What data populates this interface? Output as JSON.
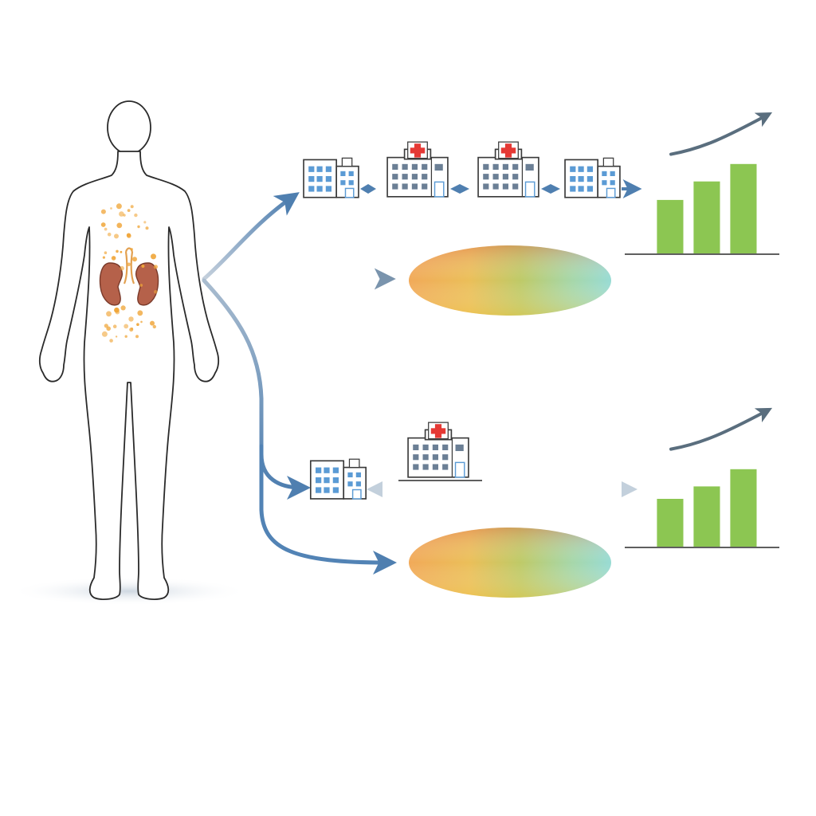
{
  "diagram": {
    "figure": {
      "icon": "human-body-outline-icon",
      "organ_icon": "kidneys-icon",
      "particles_color": "#f0a63a"
    },
    "colors": {
      "arrow": "#5b87b5",
      "arrow_faded": "#b8c8d8",
      "bar": "#8cc652",
      "trend_arrow": "#5a6e7e",
      "hospital_cross": "#e53935",
      "window": "#5b9bd5"
    },
    "pathways": [
      {
        "id": "top",
        "facilities": [
          {
            "icon": "clinic-building-icon"
          },
          {
            "icon": "hospital-building-icon"
          },
          {
            "icon": "hospital-building-icon"
          },
          {
            "icon": "clinic-building-icon"
          }
        ],
        "outcome_icon": "bar-chart-increasing-icon",
        "outcome_bars": [
          0.55,
          0.74,
          0.92
        ]
      },
      {
        "id": "middle",
        "shape_icon": "gradient-ellipse-icon"
      },
      {
        "id": "lower",
        "facilities": [
          {
            "icon": "clinic-building-icon"
          },
          {
            "icon": "hospital-building-icon"
          }
        ],
        "connector_icon": "double-headed-arrow-icon",
        "outcome_icon": "bar-chart-increasing-icon",
        "outcome_bars": [
          0.5,
          0.63,
          0.81
        ]
      },
      {
        "id": "bottom",
        "shape_icon": "gradient-ellipse-icon"
      }
    ]
  }
}
